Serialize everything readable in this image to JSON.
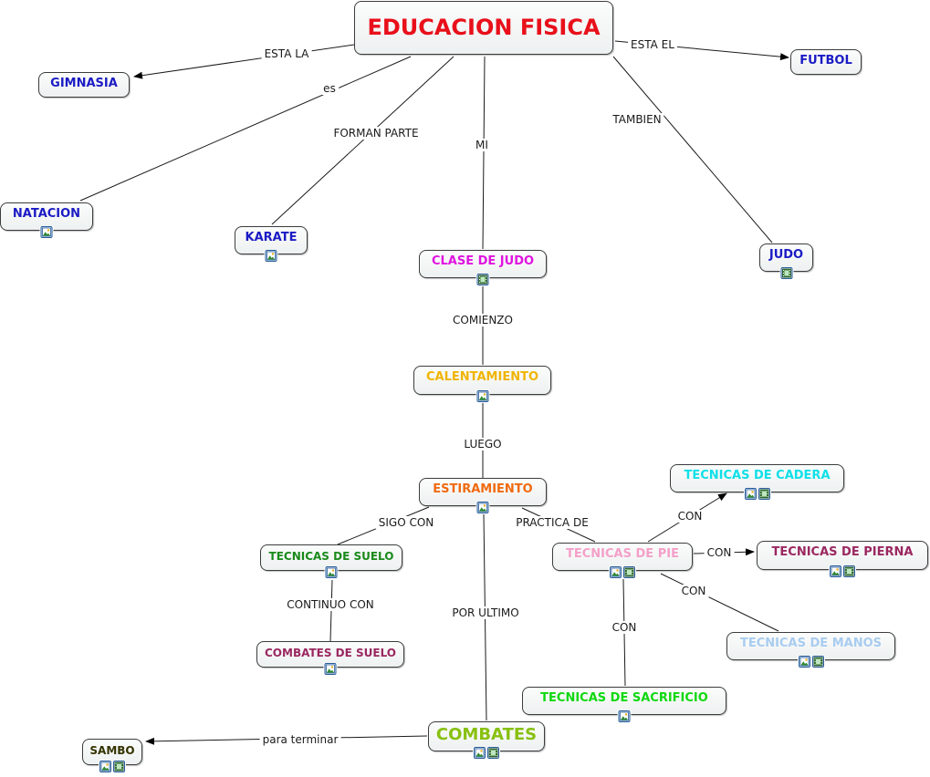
{
  "colors": {
    "edge": "#1a1a1a",
    "node_border": "#3c3c3c"
  },
  "nodes": {
    "educacion": {
      "label": "EDUCACION FISICA",
      "color": "#e8101a",
      "icons": []
    },
    "gimnasia": {
      "label": "GIMNASIA",
      "color": "#1b1bc4",
      "icons": []
    },
    "futbol": {
      "label": "FUTBOL",
      "color": "#1b1bc4",
      "icons": []
    },
    "natacion": {
      "label": "NATACION",
      "color": "#1b1bc4",
      "icons": [
        "image-icon"
      ]
    },
    "karate": {
      "label": "KARATE",
      "color": "#1b1bc4",
      "icons": [
        "image-icon"
      ]
    },
    "clase_judo": {
      "label": "CLASE DE JUDO",
      "color": "#e012e0",
      "icons": [
        "video-icon"
      ]
    },
    "judo": {
      "label": "JUDO",
      "color": "#1b1bc4",
      "icons": [
        "video-icon"
      ]
    },
    "calentamiento": {
      "label": "CALENTAMIENTO",
      "color": "#f0b400",
      "icons": [
        "image-icon"
      ]
    },
    "estiramiento": {
      "label": "ESTIRAMIENTO",
      "color": "#f06a10",
      "icons": [
        "image-icon"
      ]
    },
    "tec_cadera": {
      "label": "TECNICAS DE CADERA",
      "color": "#10e0e8",
      "icons": [
        "image-icon",
        "video-icon"
      ]
    },
    "tec_suelo": {
      "label": "TECNICAS DE SUELO",
      "color": "#1a8a1a",
      "icons": [
        "image-icon"
      ]
    },
    "tec_pie": {
      "label": "TECNICAS DE PIE",
      "color": "#f4a0c8",
      "icons": [
        "image-icon",
        "video-icon"
      ]
    },
    "tec_pierna": {
      "label": "TECNICAS DE PIERNA",
      "color": "#9a2860",
      "icons": [
        "image-icon",
        "video-icon"
      ]
    },
    "combates_suelo": {
      "label": "COMBATES DE SUELO",
      "color": "#9a2860",
      "icons": [
        "image-icon"
      ]
    },
    "tec_manos": {
      "label": "TECNICAS DE MANOS",
      "color": "#a8ccf0",
      "icons": [
        "image-icon",
        "video-icon"
      ]
    },
    "tec_sacrificio": {
      "label": "TECNICAS DE SACRIFICIO",
      "color": "#10d810",
      "icons": [
        "image-icon"
      ]
    },
    "combates": {
      "label": "COMBATES",
      "color": "#88c010",
      "icons": [
        "image-icon",
        "video-icon"
      ]
    },
    "sambo": {
      "label": "SAMBO",
      "color": "#333300",
      "icons": [
        "image-icon",
        "video-icon"
      ]
    }
  },
  "edges": {
    "esta_la": "ESTA LA",
    "esta_el": "ESTA EL",
    "es": "es",
    "forman_parte": "FORMAN PARTE",
    "mi": "MI",
    "tambien": "TAMBIEN",
    "comienzo": "COMIENZO",
    "luego": "LUEGO",
    "sigo_con": "SIGO CON",
    "practica_de": "PRACTICA DE",
    "continuo_con": "CONTINUO CON",
    "por_ultimo": "POR ULTIMO",
    "con_cadera": "CON",
    "con_pierna": "CON",
    "con_manos": "CON",
    "con_sacrificio": "CON",
    "para_terminar": "para terminar"
  }
}
